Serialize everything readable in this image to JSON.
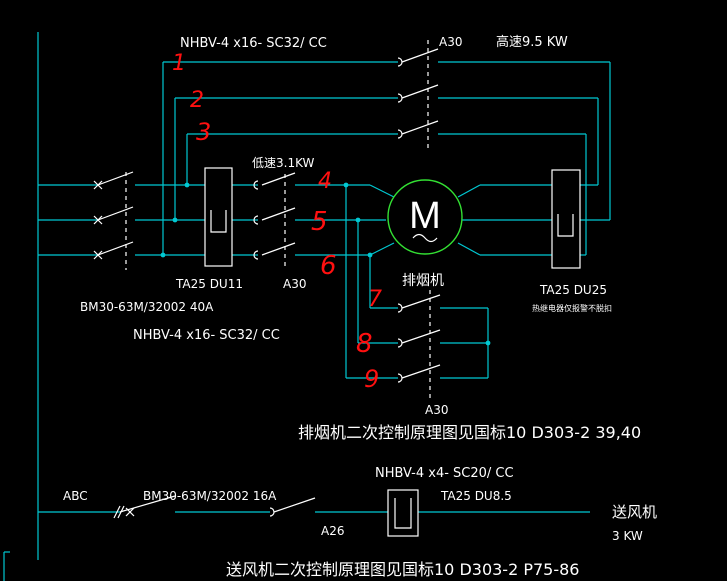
{
  "labels": {
    "cable_top": "NHBV-4 x16- SC32/ CC",
    "a30_top": "A30",
    "high_speed": "高速9.5 KW",
    "low_speed": "低速3.1KW",
    "ta25_du11": "TA25 DU11",
    "a30_mid": "A30",
    "breaker_main": "BM30-63M/32002  40A",
    "cable_mid": "NHBV-4 x16- SC32/ CC",
    "fan_name": "排烟机",
    "ta25_du25": "TA25 DU25",
    "relay_note": "热继电器仅报警不脱扣",
    "a30_bottom": "A30",
    "exhaust_note": "排烟机二次控制原理图见国标10 D303-2  39,40",
    "cable_supply": "NHBV-4 x4- SC20/ CC",
    "abc": "ABC",
    "breaker_supply": "BM30-63M/32002  16A",
    "ta25_du85": "TA25 DU8.5",
    "supply_fan": "送风机",
    "supply_kw": "3 KW",
    "a26": "A26",
    "supply_note": "送风机二次控制原理图见国标10 D303-2  P75-86"
  },
  "annotations": {
    "n1": "1",
    "n2": "2",
    "n3": "3",
    "n4": "4",
    "n5": "5",
    "n6": "6",
    "n7": "7",
    "n8": "8",
    "n9": "9"
  },
  "symbols": {
    "motor": "M"
  },
  "colors": {
    "background": "#000000",
    "wire": "#00c8d2",
    "device": "#ffffff",
    "motor": "#33e033",
    "handwriting": "#ff1010"
  }
}
